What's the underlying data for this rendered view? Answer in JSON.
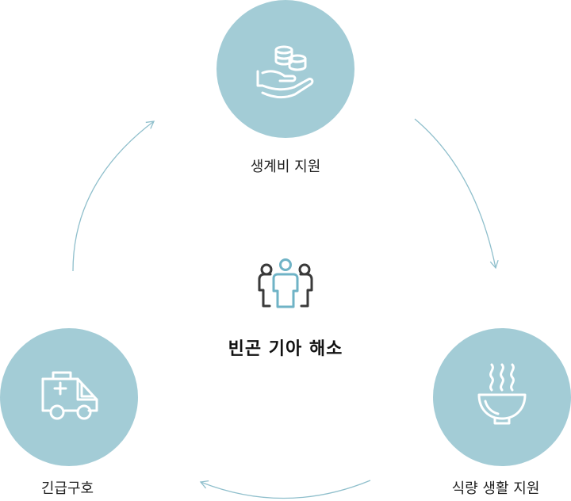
{
  "diagram": {
    "center": {
      "title": "빈곤 기아 해소",
      "icon": "people-group-icon"
    },
    "nodes": [
      {
        "id": "top",
        "label": "생계비 지원",
        "icon": "hand-coins-icon"
      },
      {
        "id": "right",
        "label": "식량 생활 지원",
        "icon": "hot-bowl-icon"
      },
      {
        "id": "left",
        "label": "긴급구호",
        "icon": "ambulance-icon"
      }
    ],
    "colors": {
      "circle": "#a3ccd6",
      "arrow": "#8fbfcc",
      "icon_light": "#ffffff",
      "icon_dark": "#3a3a3a",
      "icon_accent": "#6fb3c6"
    }
  }
}
